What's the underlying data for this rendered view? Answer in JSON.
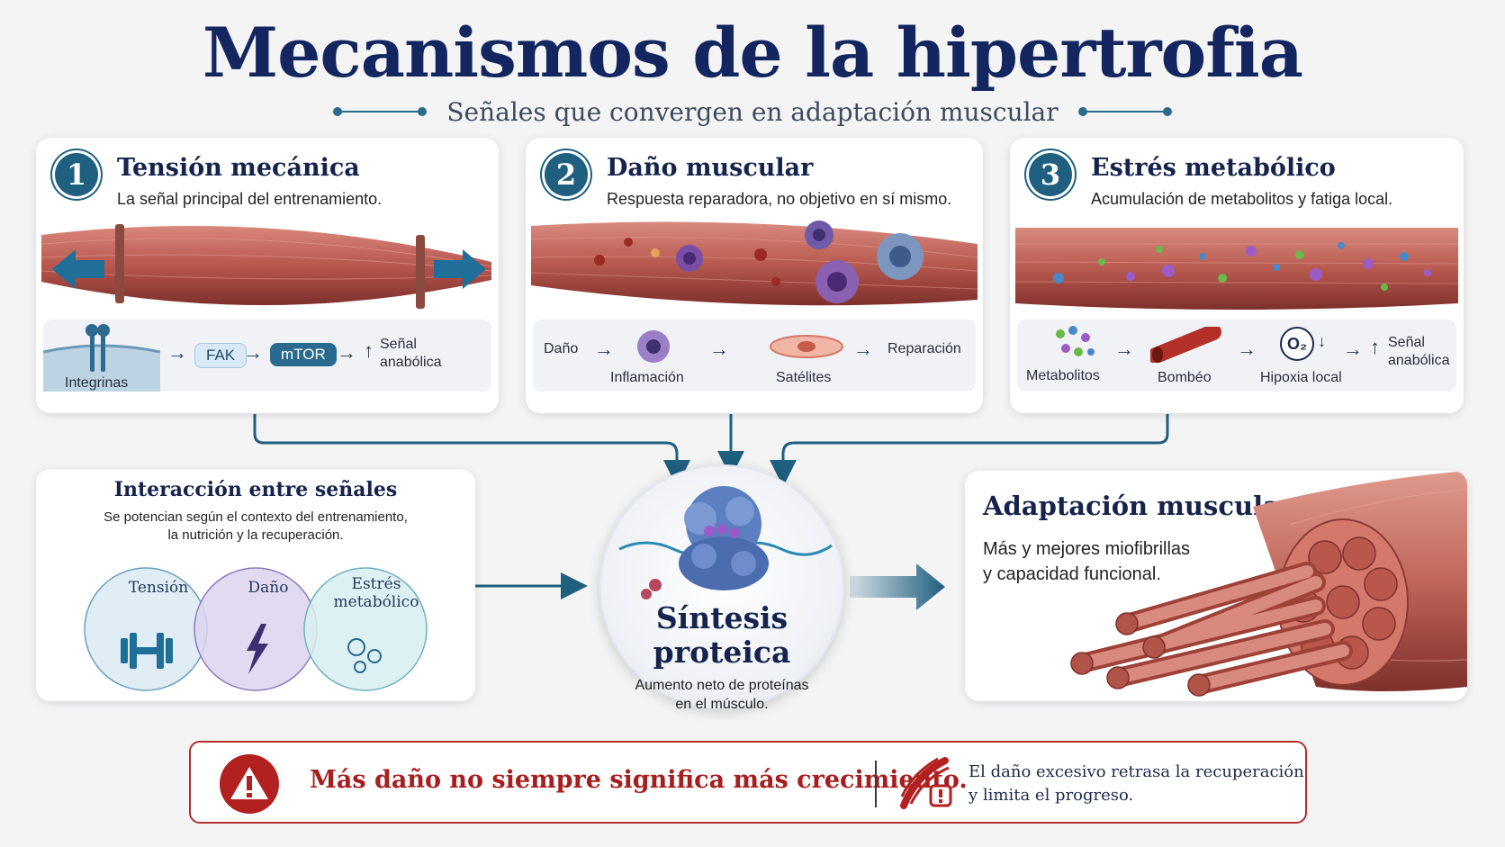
{
  "header": {
    "title": "Mecanismos de la hipertrofia",
    "subtitle": "Señales que convergen en adaptación muscular"
  },
  "cards": [
    {
      "number": "1",
      "title": "Tensión mecánica",
      "description": "La señal principal del entrenamiento.",
      "pathway": {
        "integrins": "Integrinas",
        "fak": "FAK",
        "mtor": "mTOR",
        "signal_line1": "Señal",
        "signal_line2": "anabólica"
      }
    },
    {
      "number": "2",
      "title": "Daño muscular",
      "description": "Respuesta reparadora, no objetivo en sí mismo.",
      "pathway": {
        "damage": "Daño",
        "inflammation": "Inflamación",
        "satellites": "Satélites",
        "repair": "Reparación"
      }
    },
    {
      "number": "3",
      "title": "Estrés metabólico",
      "description": "Acumulación de metabolitos y fatiga local.",
      "pathway": {
        "metabolites": "Metabolitos",
        "pump": "Bombéo",
        "o2": "O₂",
        "hypoxia": "Hipoxia local",
        "signal_line1": "Señal",
        "signal_line2": "anabólica"
      }
    }
  ],
  "interaction": {
    "title": "Interacción entre señales",
    "description_line1": "Se potencian según el contexto del entrenamiento,",
    "description_line2": "la nutrición y la recuperación.",
    "venn": {
      "tension": "Tensión",
      "damage": "Daño",
      "stress_line1": "Estrés",
      "stress_line2": "metabólico"
    }
  },
  "synthesis": {
    "title_line1": "Síntesis",
    "title_line2": "proteica",
    "desc_line1": "Aumento neto de proteínas",
    "desc_line2": "en el músculo."
  },
  "adaptation": {
    "title": "Adaptación muscular",
    "desc_line1": "Más y mejores miofibrillas",
    "desc_line2": "y capacidad funcional."
  },
  "warning": {
    "main": "Más daño no siempre significa más crecimiento.",
    "sub_line1": "El daño excesivo retrasa la recuperación",
    "sub_line2": "y limita el progreso."
  },
  "colors": {
    "navy": "#16244d",
    "teal": "#1f5f7f",
    "muscle": "#b8574e",
    "warning": "#b2201f"
  }
}
